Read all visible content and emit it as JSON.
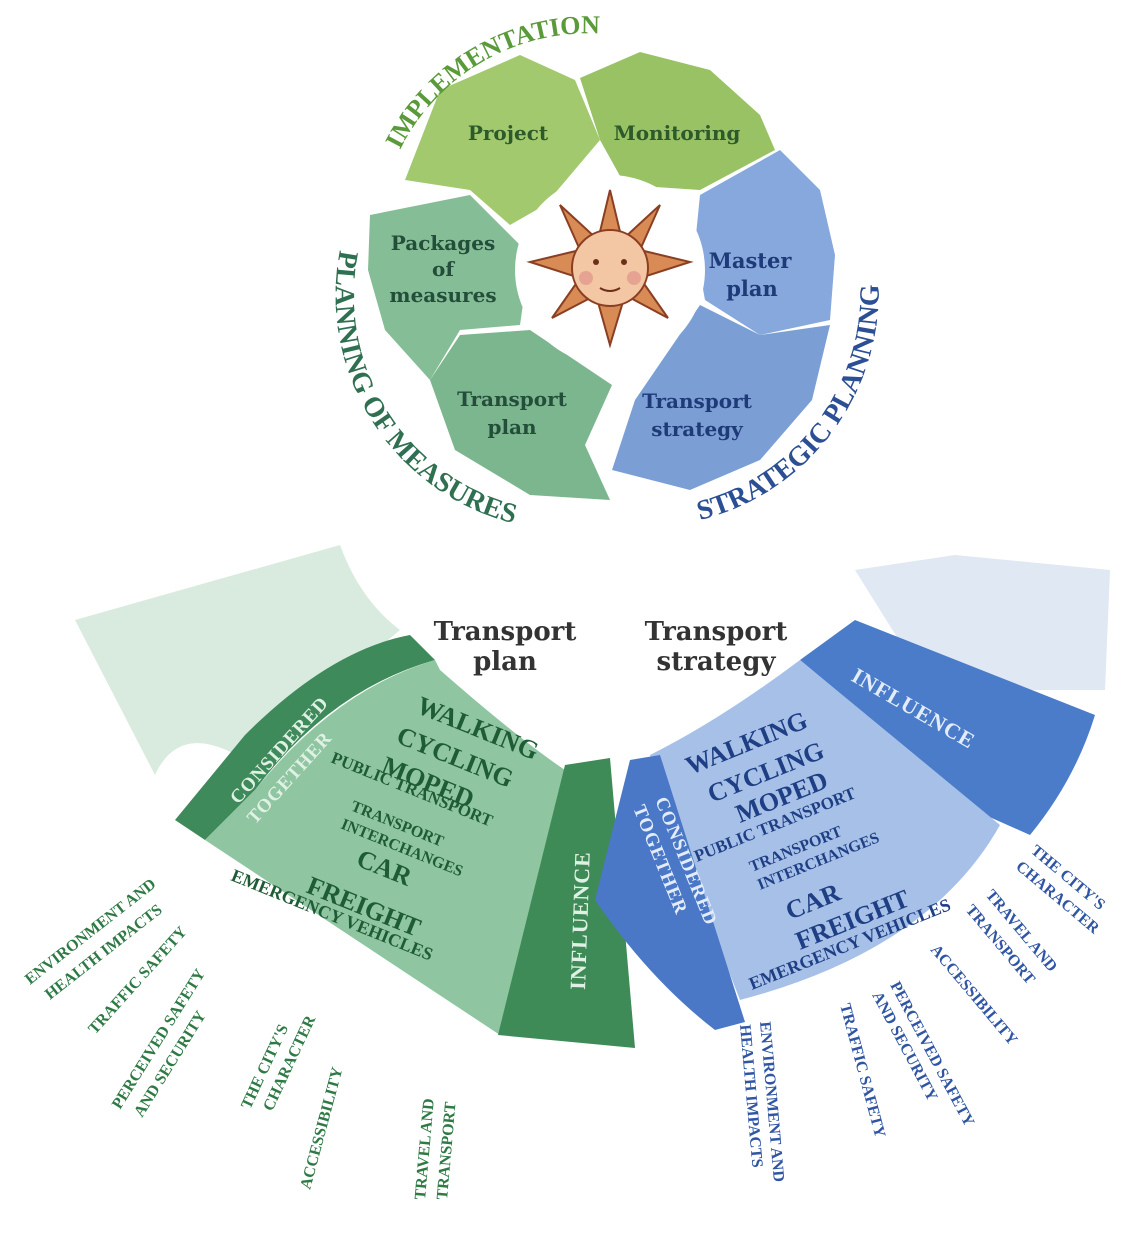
{
  "cycle": {
    "arc_labels": {
      "implementation": "IMPLEMENTATION",
      "strategic": "STRATEGIC PLANNING",
      "measures": "PLANNING OF MEASURES"
    },
    "segments": {
      "project": "Project",
      "monitoring": "Monitoring",
      "master_line1": "Master",
      "master_line2": "plan",
      "strategy_line1": "Transport",
      "strategy_line2": "strategy",
      "tplan_line1": "Transport",
      "tplan_line2": "plan",
      "packages_line1": "Packages",
      "packages_line2": "of",
      "packages_line3": "measures"
    },
    "colors": {
      "implementation": "#9cc46a",
      "strategic": "#7fa1d6",
      "measures": "#7fba92",
      "sun": "#c9733e"
    }
  },
  "left_fan": {
    "heading_line1": "Transport",
    "heading_line2": "plan",
    "considered_line1": "CONSIDERED",
    "considered_line2": "TOGETHER",
    "influence": "INFLUENCE",
    "modes": [
      "WALKING",
      "CYCLING",
      "MOPED",
      "PUBLIC TRANSPORT",
      "TRANSPORT",
      "INTERCHANGES",
      "CAR",
      "FREIGHT",
      "EMERGENCY VEHICLES"
    ],
    "factors": [
      {
        "line1": "ENVIRONMENT AND",
        "line2": "HEALTH IMPACTS"
      },
      {
        "line1": "TRAFFIC SAFETY",
        "line2": ""
      },
      {
        "line1": "PERCEIVED SAFETY",
        "line2": "AND SECURITY"
      },
      {
        "line1": "THE CITY'S",
        "line2": "CHARACTER"
      },
      {
        "line1": "ACCESSIBILITY",
        "line2": ""
      },
      {
        "line1": "TRAVEL AND",
        "line2": "TRANSPORT"
      }
    ],
    "colors": {
      "fan": "#8cc39f",
      "dark": "#3d8a5a",
      "faded": "#d6eadc",
      "text": "#2e6d45"
    }
  },
  "right_fan": {
    "heading_line1": "Transport",
    "heading_line2": "strategy",
    "considered_line1": "CONSIDERED",
    "considered_line2": "TOGETHER",
    "influence": "INFLUENCE",
    "modes": [
      "WALKING",
      "CYCLING",
      "MOPED",
      "PUBLIC TRANSPORT",
      "TRANSPORT",
      "INTERCHANGES",
      "CAR",
      "FREIGHT",
      "EMERGENCY VEHICLES"
    ],
    "factors": [
      {
        "line1": "ENVIRONMENT AND",
        "line2": "HEALTH IMPACTS"
      },
      {
        "line1": "TRAFFIC SAFETY",
        "line2": ""
      },
      {
        "line1": "PERCEIVED SAFETY",
        "line2": "AND SECURITY"
      },
      {
        "line1": "ACCESSIBILITY",
        "line2": ""
      },
      {
        "line1": "TRAVEL AND",
        "line2": "TRANSPORT"
      },
      {
        "line1": "THE CITY'S",
        "line2": "CHARACTER"
      }
    ],
    "colors": {
      "fan": "#a9c2e8",
      "dark": "#4a79c8",
      "faded": "#dfe8f3",
      "text": "#2f55a3"
    }
  }
}
